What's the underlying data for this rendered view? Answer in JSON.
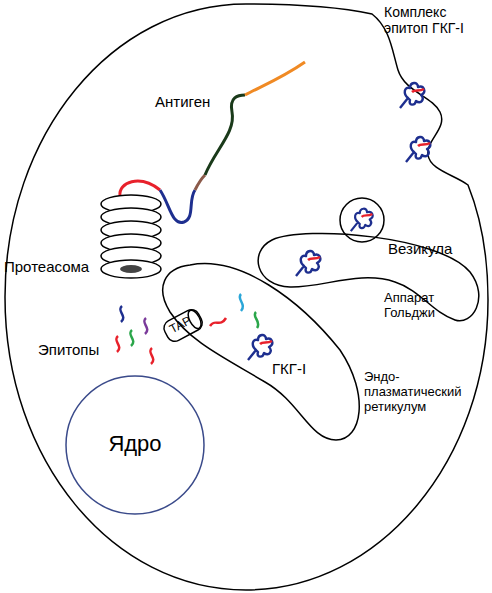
{
  "diagram": {
    "nodes": [
      {
        "text": [
          "Везикула"
        ]
      },
      {
        "text": [
          "Протеасома"
        ]
      },
      {
        "text": [
          "Аппарат Гольджи"
        ]
      },
      {
        "text": [
          "TAP"
        ]
      },
      {
        "text": [
          "Эндо-плазматический ретикулум"
        ]
      },
      {
        "text": [
          "Ядро"
        ]
      }
    ],
    "labels": [
      "Комплекс эпитоп ГКГ-I",
      "Антиген",
      "Эпитопы",
      "ГКГ-I"
    ]
  }
}
